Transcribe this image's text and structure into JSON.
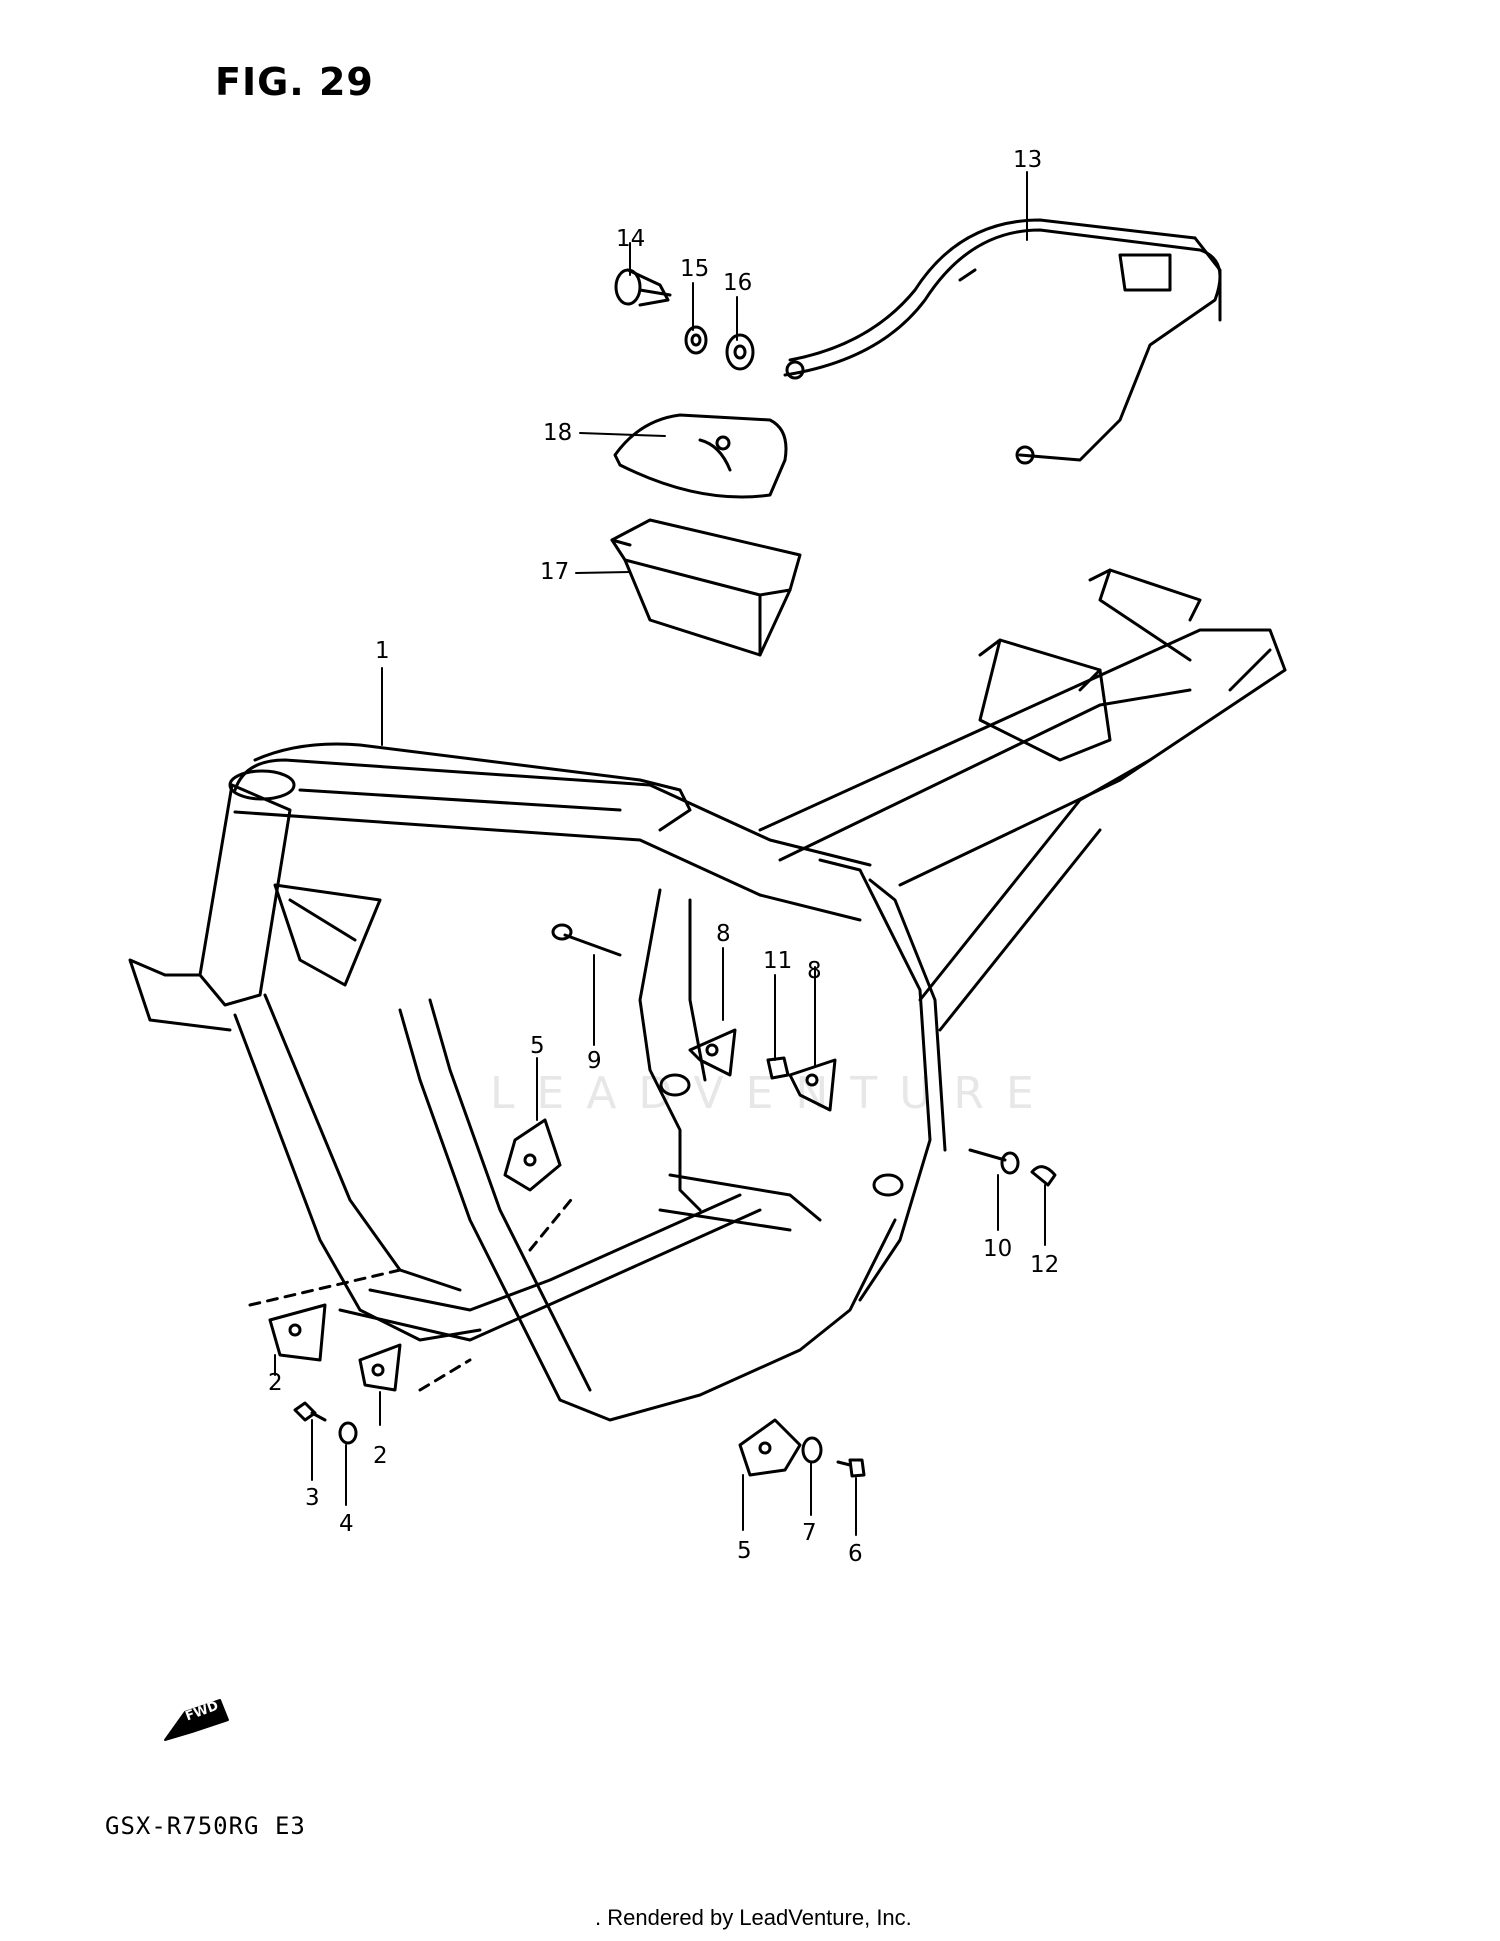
{
  "figure": {
    "title": "FIG. 29",
    "model": "GSX-R750RG  E3",
    "footer": ". Rendered by LeadVenture, Inc.",
    "watermark": "LEADVENTURE",
    "fwd_label": "FWD"
  },
  "callouts": [
    {
      "id": "c1",
      "text": "1"
    },
    {
      "id": "c2a",
      "text": "2"
    },
    {
      "id": "c2b",
      "text": "2"
    },
    {
      "id": "c3",
      "text": "3"
    },
    {
      "id": "c4",
      "text": "4"
    },
    {
      "id": "c5a",
      "text": "5"
    },
    {
      "id": "c5b",
      "text": "5"
    },
    {
      "id": "c6",
      "text": "6"
    },
    {
      "id": "c7",
      "text": "7"
    },
    {
      "id": "c8a",
      "text": "8"
    },
    {
      "id": "c8b",
      "text": "8"
    },
    {
      "id": "c9",
      "text": "9"
    },
    {
      "id": "c10",
      "text": "10"
    },
    {
      "id": "c11",
      "text": "11"
    },
    {
      "id": "c12",
      "text": "12"
    },
    {
      "id": "c13",
      "text": "13"
    },
    {
      "id": "c14",
      "text": "14"
    },
    {
      "id": "c15",
      "text": "15"
    },
    {
      "id": "c16",
      "text": "16"
    },
    {
      "id": "c17",
      "text": "17"
    },
    {
      "id": "c18",
      "text": "18"
    }
  ]
}
